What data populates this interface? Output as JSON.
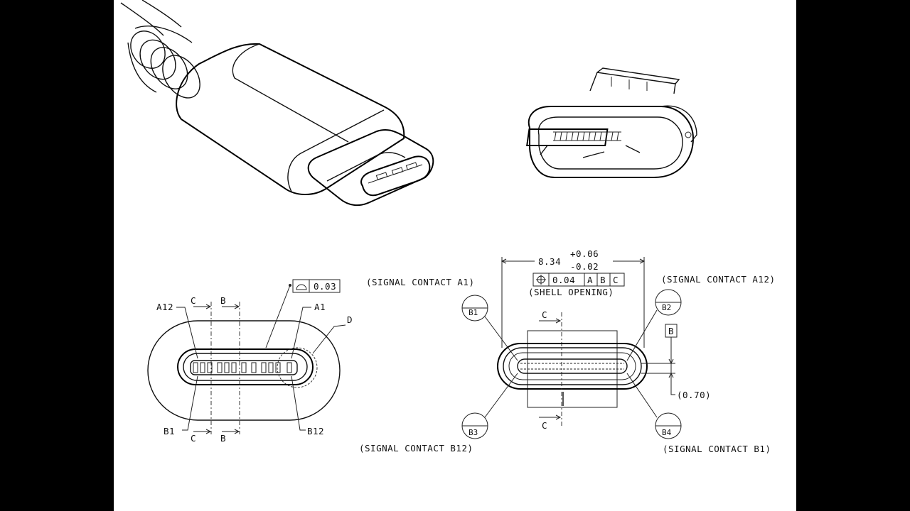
{
  "labels": {
    "dim_width": "8.34",
    "tol_plus": "+0.06",
    "tol_minus": "-0.02",
    "fcf_value": "0.04",
    "fcf_a": "A",
    "fcf_b": "B",
    "fcf_c": "C",
    "shell_opening": "(SHELL OPENING)",
    "signal_a1": "(SIGNAL CONTACT A1)",
    "signal_a12": "(SIGNAL CONTACT A12)",
    "signal_b12": "(SIGNAL CONTACT B12)",
    "signal_b1": "(SIGNAL CONTACT B1)",
    "bubble_b1": "B1",
    "bubble_b2": "B2",
    "bubble_b3": "B3",
    "bubble_b4": "B4",
    "datum_b": "B",
    "dim_070": "(0.70)",
    "section_c_top": "C",
    "section_c_bottom": "C"
  },
  "left_view": {
    "a12": "A12",
    "a1": "A1",
    "b1": "B1",
    "b12": "B12",
    "c_top": "C",
    "b_top": "B",
    "c_bottom": "C",
    "b_bottom": "B",
    "d": "D",
    "profile_value": "0.03"
  }
}
